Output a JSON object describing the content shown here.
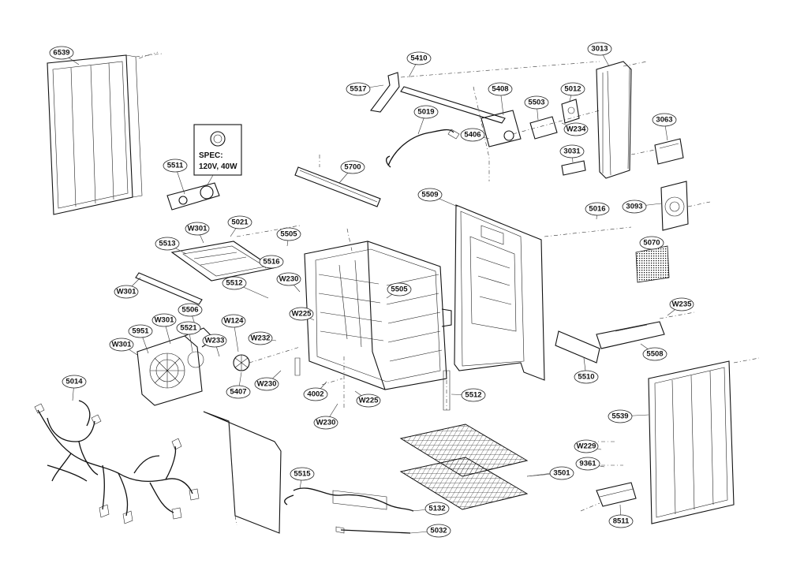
{
  "spec_box": {
    "line1": "SPEC:",
    "line2": "120V, 40W"
  },
  "labels": {
    "p6539": "6539",
    "p5410": "5410",
    "p3013": "3013",
    "p5517": "5517",
    "p5408": "5408",
    "p5012": "5012",
    "p5503": "5503",
    "p5019": "5019",
    "p3063": "3063",
    "p5406": "5406",
    "pW234": "W234",
    "p3031": "3031",
    "p5511": "5511",
    "p5700": "5700",
    "p5509": "5509",
    "p5016": "5016",
    "p3093": "3093",
    "p5021": "5021",
    "pW301a": "W301",
    "p5505": "5505",
    "p5513": "5513",
    "p5516": "5516",
    "p5070": "5070",
    "p5512a": "5512",
    "pW230a": "W230",
    "pW301b": "W301",
    "p5505b": "5505",
    "pW235": "W235",
    "p5506": "5506",
    "pW225a": "W225",
    "pW301c": "W301",
    "pW124": "W124",
    "p5951": "5951",
    "p5521": "5521",
    "pW232": "W232",
    "p5508": "5508",
    "pW233": "W233",
    "pW301d": "W301",
    "p5510": "5510",
    "pW230b": "W230",
    "p5014": "5014",
    "p5407": "5407",
    "p4002": "4002",
    "p5512b": "5512",
    "pW225b": "W225",
    "p5539": "5539",
    "pW230c": "W230",
    "pW229": "W229",
    "p3501": "3501",
    "p5515": "5515",
    "p9361": "9361",
    "p5132": "5132",
    "p5032": "5032",
    "p8511": "8511"
  }
}
